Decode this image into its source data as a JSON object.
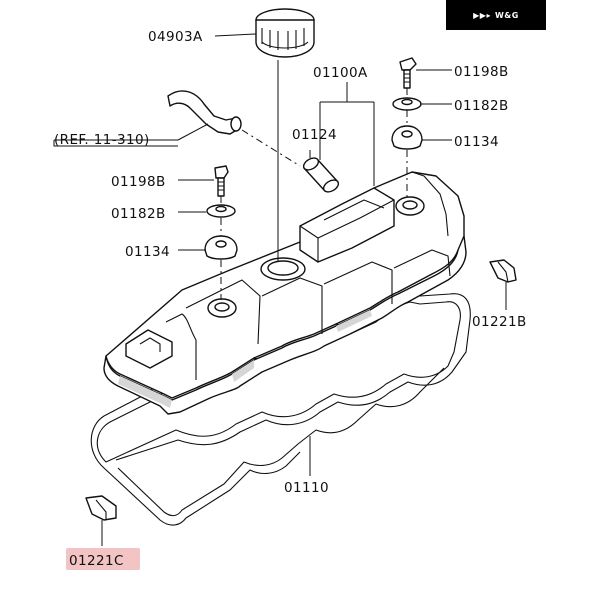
{
  "brand": {
    "label": "W&G",
    "logo_icon": "chevron-marks-icon",
    "background": "#000000"
  },
  "callouts": {
    "oil_cap": "04903A",
    "rocker_cover_assembly": "01100A",
    "bolt_right": "01198B",
    "washer_right": "01182B",
    "grommet_right": "01134",
    "pcv_valve": "01124",
    "bolt_left": "01198B",
    "washer_left": "01182B",
    "grommet_left": "01134",
    "reference": "(REF. 11-310)",
    "sealant_plug_right": "01221B",
    "cover_gasket": "01110",
    "sealant_plug_left": "01221C"
  },
  "highlight": {
    "part": "01221C",
    "color": "#f2c4c4"
  }
}
